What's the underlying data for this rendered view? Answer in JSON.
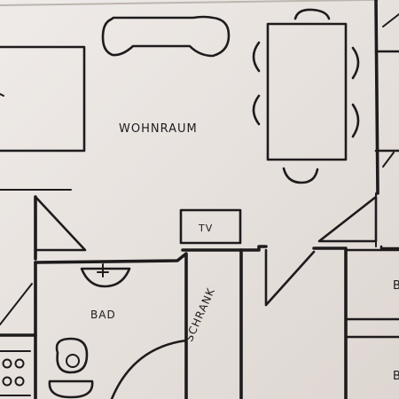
{
  "plan": {
    "rooms": {
      "living": "WOHNRAUM",
      "bath": "BAD",
      "tv": "TV",
      "closet": "SCHRANK",
      "right_upper": "B",
      "right_lower": "B"
    },
    "colors": {
      "paper": "#e7e2de",
      "ink": "#1e1b1d"
    },
    "furniture_icons": [
      "sofa-icon",
      "dining-table-icon",
      "chair-icon",
      "sink-icon",
      "toilet-icon",
      "stove-icon",
      "tv-icon"
    ]
  }
}
